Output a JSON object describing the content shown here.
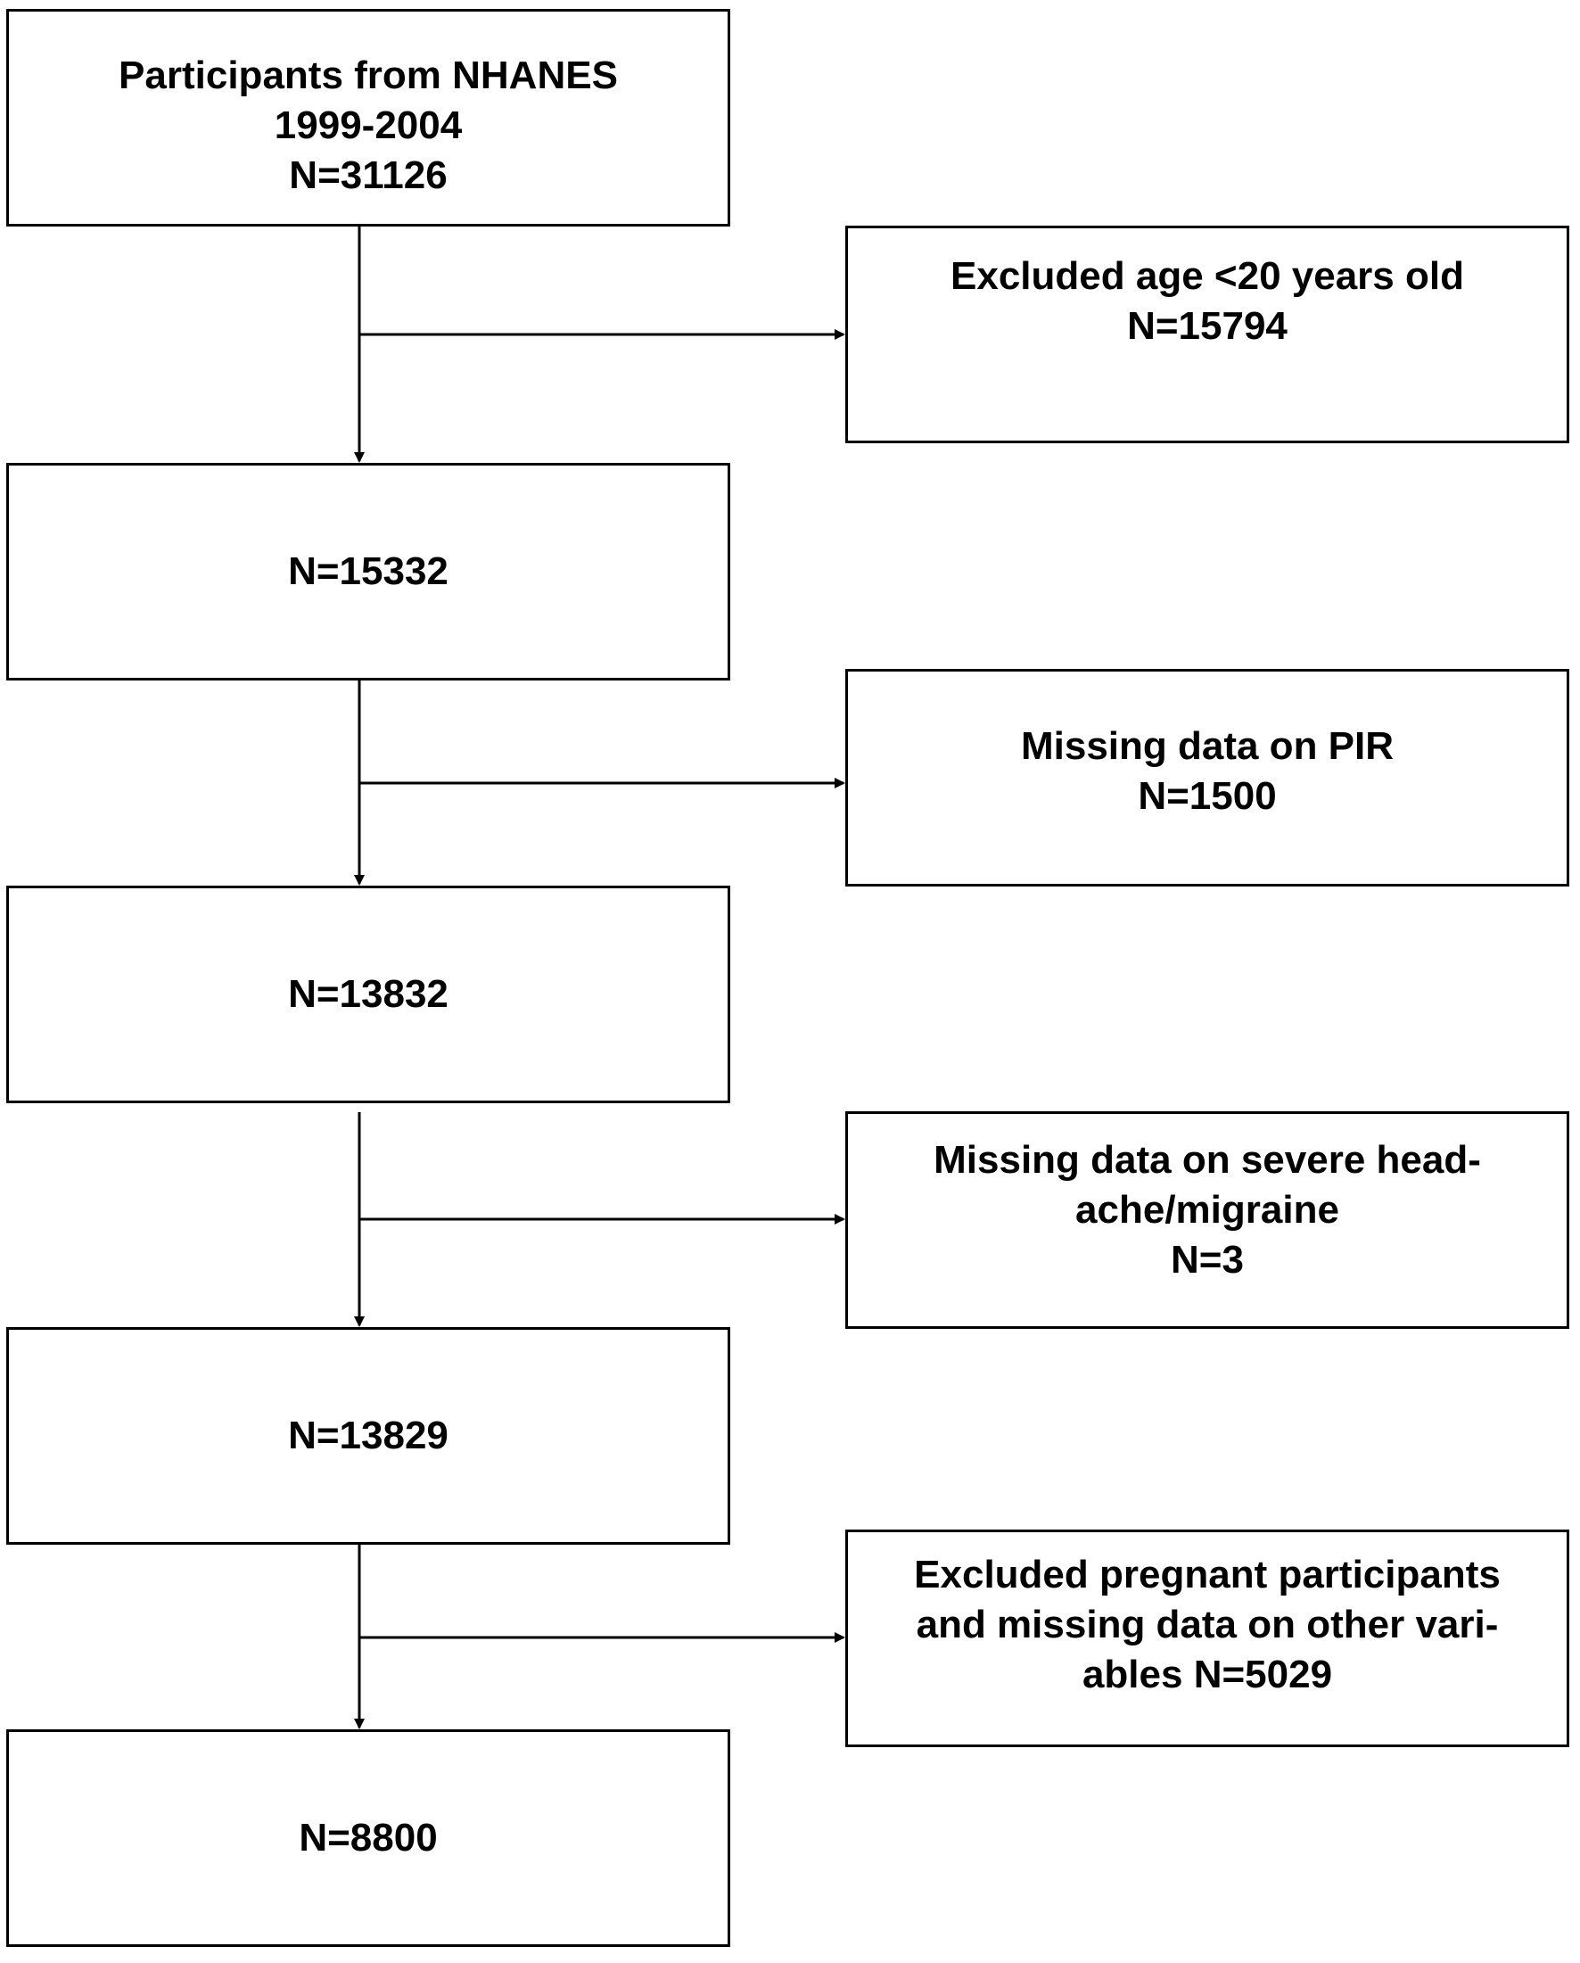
{
  "main_flow": [
    {
      "lines": [
        "Participants from NHANES",
        "1999-2004",
        "N=31126"
      ]
    },
    {
      "lines": [
        "N=15332"
      ]
    },
    {
      "lines": [
        "N=13832"
      ]
    },
    {
      "lines": [
        "N=13829"
      ]
    },
    {
      "lines": [
        "N=8800"
      ]
    }
  ],
  "exclusions": [
    {
      "lines": [
        "Excluded age <20 years old",
        "N=15794"
      ]
    },
    {
      "lines": [
        "Missing data on PIR",
        "N=1500"
      ]
    },
    {
      "lines": [
        "Missing data on severe head-",
        "ache/migraine",
        "N=3"
      ]
    },
    {
      "lines": [
        "Excluded pregnant participants",
        "and missing data on other vari-",
        "ables N=5029"
      ]
    }
  ],
  "colors": {
    "stroke": "#000000",
    "background": "#ffffff"
  }
}
